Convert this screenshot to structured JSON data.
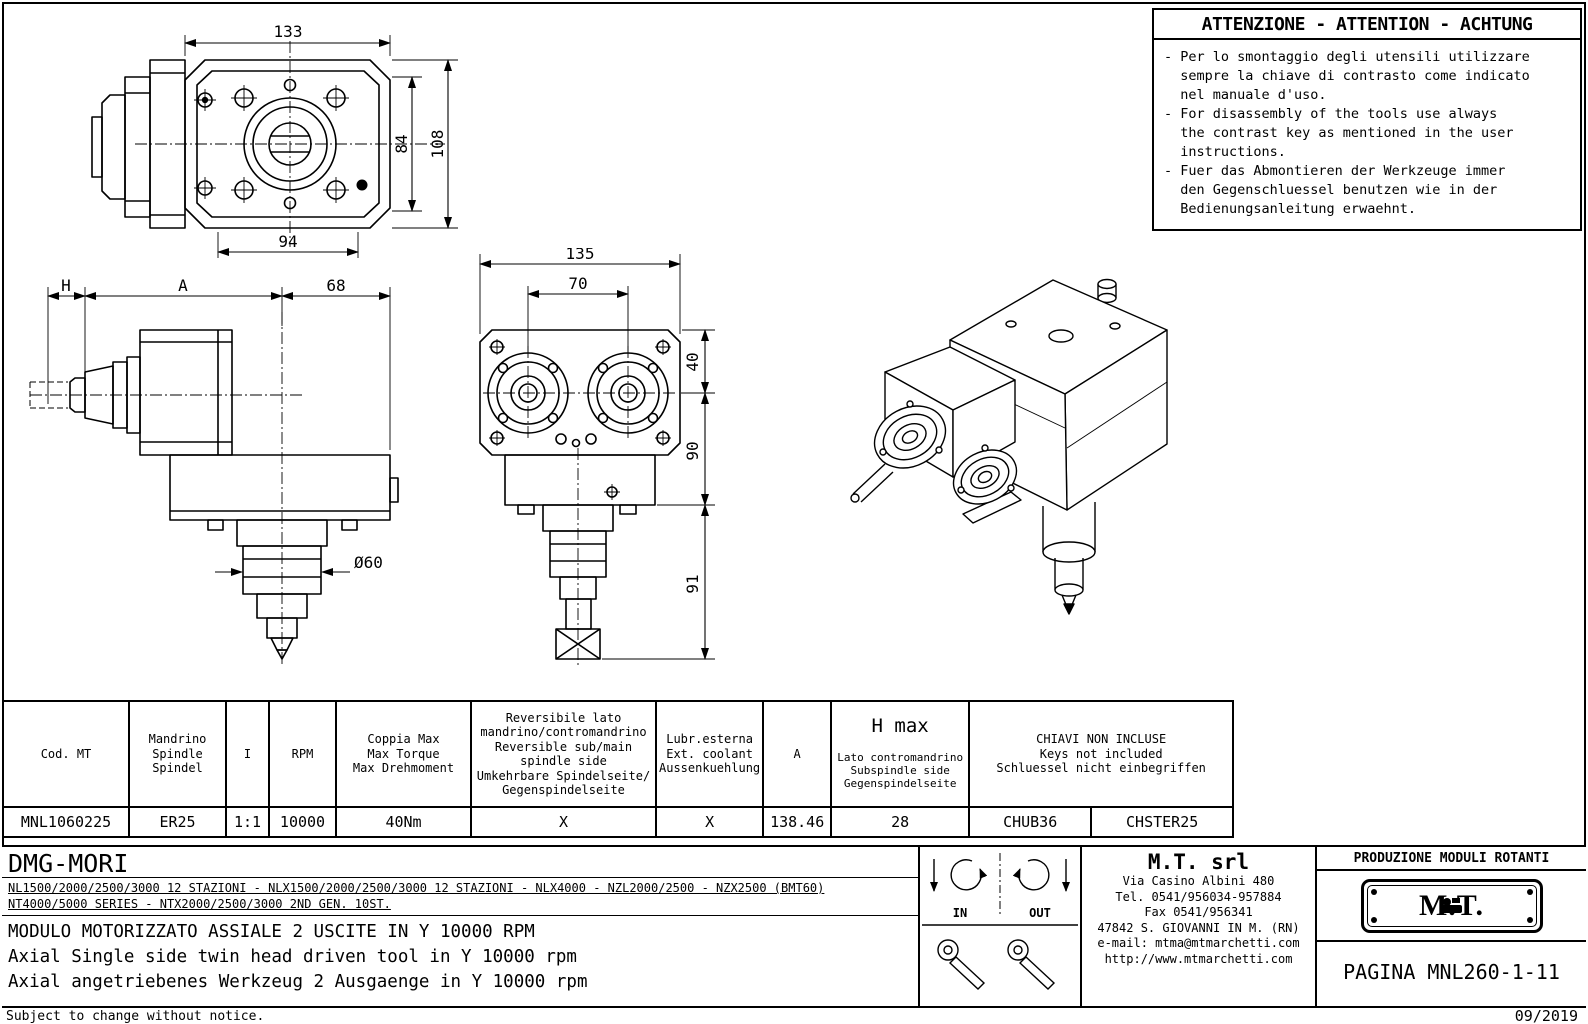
{
  "attention": {
    "title": "ATTENZIONE - ATTENTION - ACHTUNG",
    "it": "- Per lo smontaggio degli utensili utilizzare\n  sempre la chiave di contrasto come indicato\n  nel manuale d'uso.",
    "en": "- For disassembly of the tools use always\n  the contrast key as mentioned in the user\n  instructions.",
    "de": "- Fuer das Abmontieren der Werkzeuge immer\n  den Gegenschluessel benutzen wie in der\n  Bedienungsanleitung erwaehnt."
  },
  "dims": {
    "v1_width": "133",
    "v1_bolt": "84",
    "v1_height": "108",
    "v1_bottom": "94",
    "v2_h": "H",
    "v2_a": "A",
    "v2_68": "68",
    "v2_d60": "Ø60",
    "v3_135": "135",
    "v3_70": "70",
    "v3_40": "40",
    "v3_90": "90",
    "v3_91": "91"
  },
  "table": {
    "headers": {
      "cod": "Cod. MT",
      "spindle": "Mandrino\nSpindle\nSpindel",
      "ratio": "I",
      "rpm": "RPM",
      "torque": "Coppia Max\nMax Torque\nMax Drehmoment",
      "reversible": "Reversibile lato\nmandrino/contromandrino\nReversible sub/main\nspindle side\nUmkehrbare Spindelseite/\nGegenspindelseite",
      "coolant": "Lubr.esterna\nExt. coolant\nAussenkuehlung",
      "a": "A",
      "hmax_title": "H max",
      "hmax_sub": "Lato contromandrino\nSubspindle side\nGegenspindelseite",
      "keys": "CHIAVI NON INCLUSE\nKeys not included\nSchluessel nicht einbegriffen"
    },
    "row": {
      "cod": "MNL1060225",
      "spindle": "ER25",
      "ratio": "1:1",
      "rpm": "10000",
      "torque": "40Nm",
      "reversible": "X",
      "coolant": "X",
      "a": "138.46",
      "hmax": "28",
      "key1": "CHUB36",
      "key2": "CHSTER25"
    }
  },
  "footer": {
    "brand": "DMG-MORI",
    "machines1": "NL1500/2000/2500/3000 12 STAZIONI - NLX1500/2000/2500/3000 12 STAZIONI - NLX4000 - NZL2000/2500 - NZX2500 (BMT60)",
    "machines2": "NT4000/5000 SERIES - NTX2000/2500/3000 2ND GEN. 10ST.",
    "desc_it": "MODULO MOTORIZZATO ASSIALE 2 USCITE IN Y 10000 RPM",
    "desc_en": "Axial Single side twin head driven tool in Y 10000 rpm",
    "desc_de": "Axial angetriebenes Werkzeug 2 Ausgaenge in Y 10000 rpm",
    "in_label": "IN",
    "out_label": "OUT",
    "company": "M.T. srl",
    "addr1": "Via Casino Albini 480",
    "addr2": "Tel. 0541/956034-957884",
    "addr3": "Fax 0541/956341",
    "addr4": "47842 S. GIOVANNI IN M. (RN)",
    "addr5": "e-mail: mtma@mtmarchetti.com",
    "addr6": "http://www.mtmarchetti.com",
    "produzione": "PRODUZIONE MODULI ROTANTI",
    "logo": "M.T.",
    "pagina": "PAGINA MNL260-1-11",
    "note": "Subject to change without notice.",
    "date": "09/2019"
  }
}
